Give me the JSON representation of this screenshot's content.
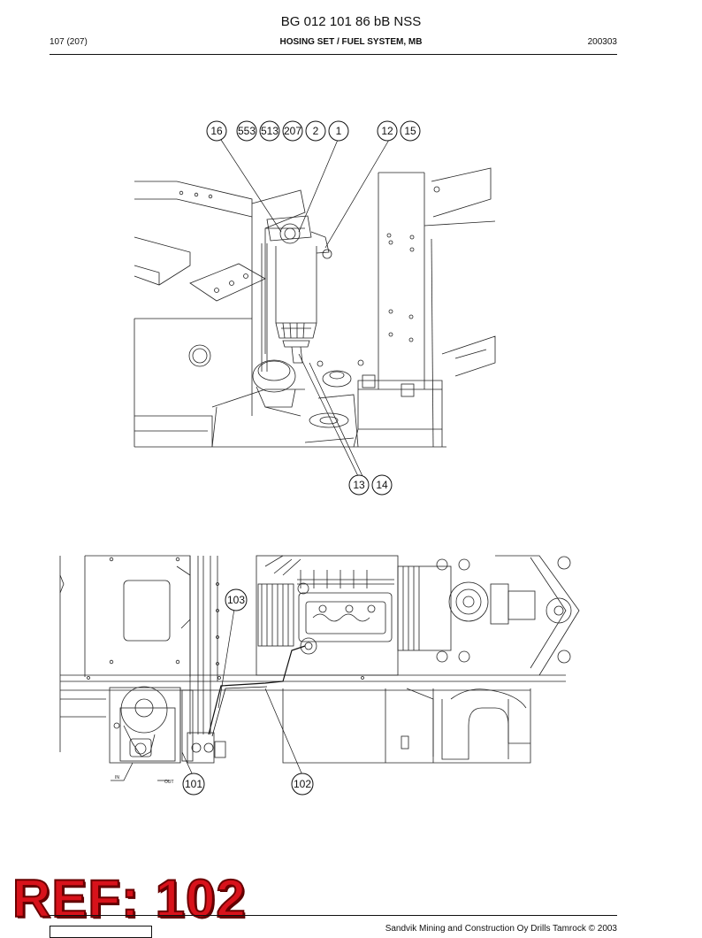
{
  "header": {
    "title": "BG 012 101 86 bB NSS",
    "page": "107 (207)",
    "section": "HOSING SET / FUEL SYSTEM, MB",
    "code": "200303"
  },
  "figure1": {
    "callouts": [
      "16",
      "553",
      "513",
      "207",
      "2",
      "1",
      "12",
      "15",
      "13",
      "14"
    ]
  },
  "figure2": {
    "callouts": [
      "103",
      "101",
      "102"
    ],
    "port_labels": [
      "IN",
      "OUT"
    ]
  },
  "footer": {
    "ref": "REF: 102",
    "copyright": "Sandvik Mining and Construction Oy Drills Tamrock © 2003"
  }
}
